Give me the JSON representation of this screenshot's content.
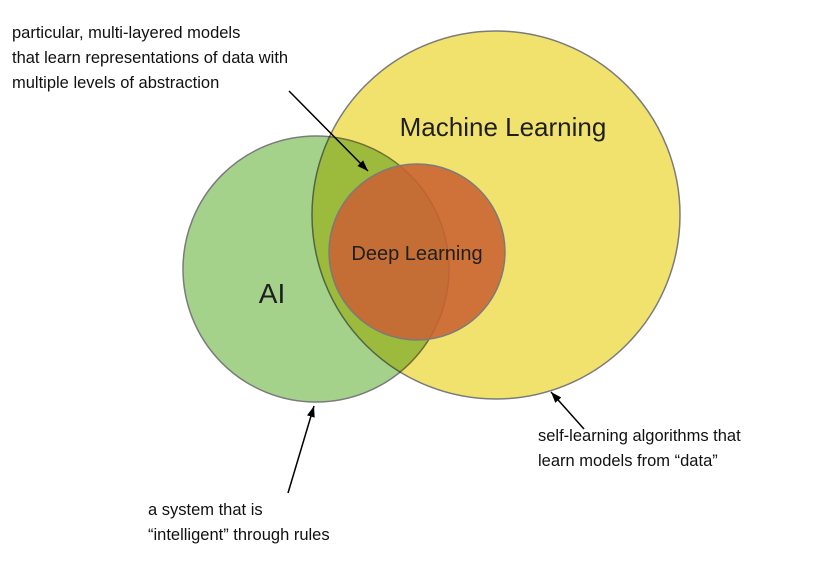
{
  "diagram": {
    "type": "venn",
    "labels": {
      "ml": "Machine Learning",
      "ai": "AI",
      "dl": "Deep Learning"
    },
    "annotations": {
      "dl_note_lines": [
        "particular, multi-layered models",
        "that learn representations of data with",
        "multiple levels of abstraction"
      ],
      "ml_note_lines": [
        "self-learning algorithms that",
        "learn models from “data”"
      ],
      "ai_note_lines": [
        "a system that is",
        "“intelligent” through rules"
      ]
    },
    "colors": {
      "ml_fill": "#f1e26e",
      "ai_fill": "#a5d28b",
      "dl_fill": "#c96233",
      "circle_stroke": "#7b7b7b",
      "text": "#1f1f1f",
      "arrow": "#000000"
    }
  }
}
